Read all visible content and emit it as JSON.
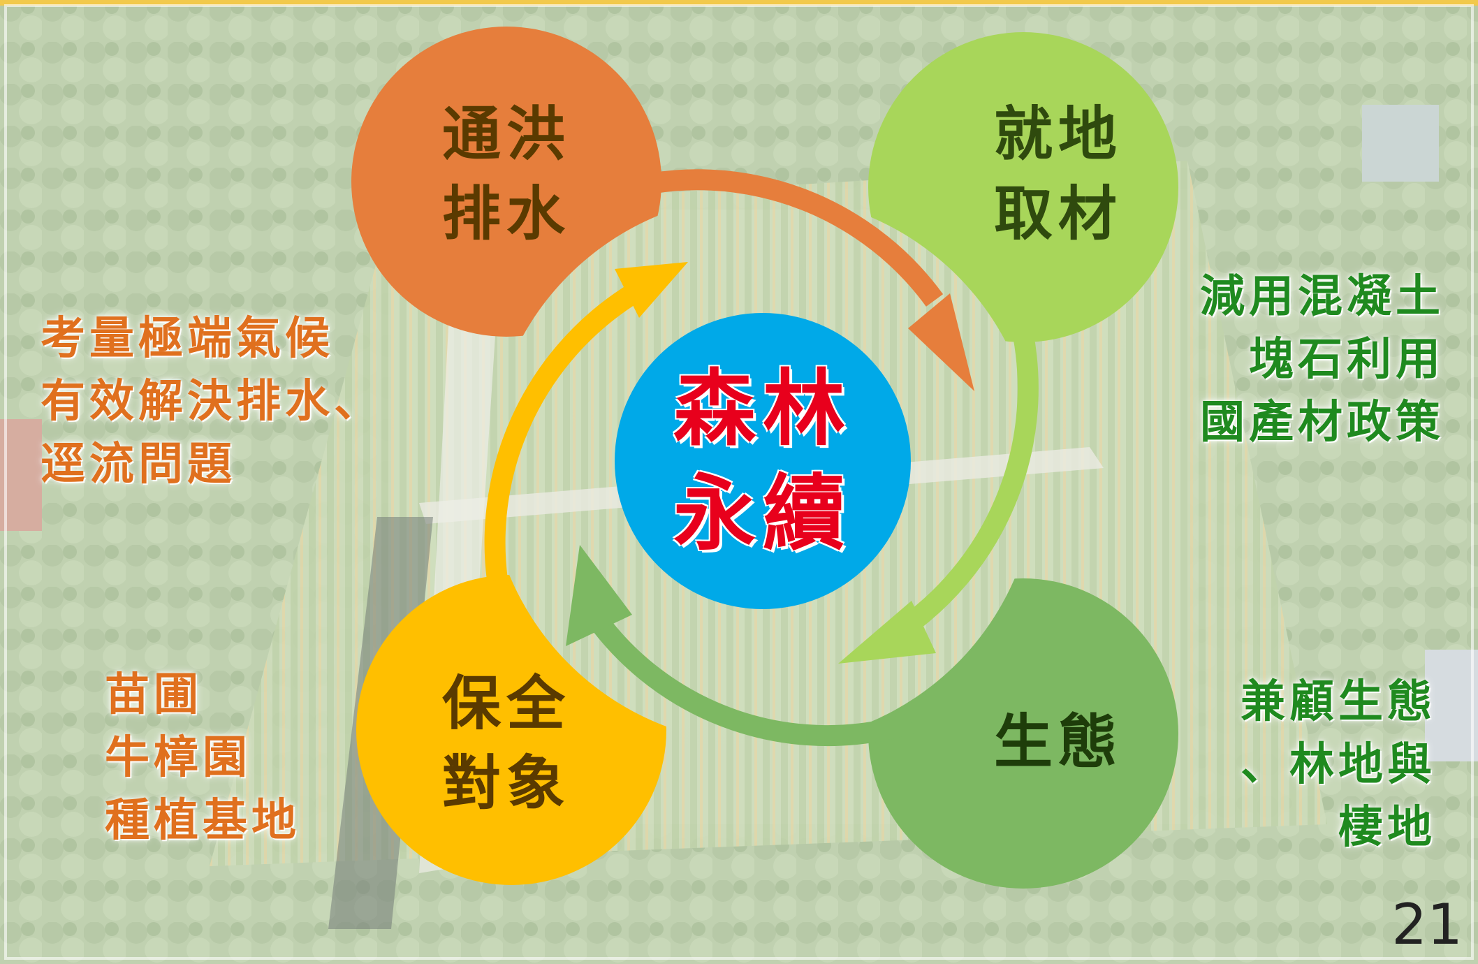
{
  "colors": {
    "orange": "#E67E3C",
    "light_green": "#A8D65A",
    "mid_green": "#7DB862",
    "yellow": "#FFBF00",
    "center_blue": "#00A9E8",
    "center_text": "#E8001C",
    "petal_text": "#5A3A00",
    "petal_text_green": "#2F5A0E",
    "note_orange": "#E0701E",
    "note_green": "#1F8A1F",
    "top_bar": "#F2C94C"
  },
  "center": {
    "line1": "森林",
    "line2": "永續"
  },
  "petals": {
    "drainage": {
      "line1": "通洪",
      "line2": "排水"
    },
    "local_material": {
      "line1": "就地",
      "line2": "取材"
    },
    "ecology": {
      "line1": "生態"
    },
    "protection": {
      "line1": "保全",
      "line2": "對象"
    }
  },
  "notes": {
    "top_left": [
      "考量極端氣候",
      "有效解決排水、",
      "逕流問題"
    ],
    "top_right": [
      "減用混凝土",
      "塊石利用",
      "國產材政策"
    ],
    "bottom_left": [
      "苗圃",
      "牛樟園",
      "種植基地"
    ],
    "bottom_right": [
      "兼顧生態",
      "、林地與",
      "棲地"
    ]
  },
  "page_number": "21",
  "icons": [
    "aerial-nursery-photo",
    "cycle-arrows"
  ]
}
